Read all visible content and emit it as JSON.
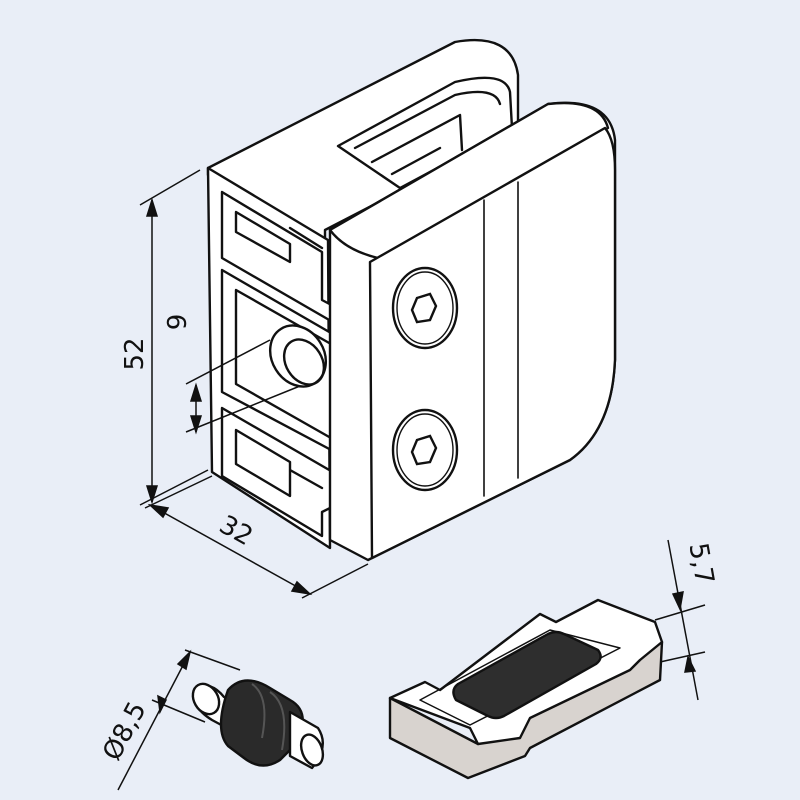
{
  "colors": {
    "background": "#e9eef7",
    "outline": "#111111",
    "body_fill": "#ffffff",
    "rubber_pad": "#2e2e2e",
    "insert_side": "#d8d3cf",
    "pin_sleeve": "#2a2a2a"
  },
  "dimensions": {
    "height": "52",
    "hole": "9",
    "depth": "32",
    "pin_diameter": "Ø8,5",
    "insert_thickness": "5,7"
  },
  "parts": {
    "clamp_body": {
      "icon": "glass-clamp-body"
    },
    "hex_screws": {
      "icon": "hex-socket-screw",
      "count": 2
    },
    "rubber_insert": {
      "icon": "rubber-pad-insert"
    },
    "safety_pin": {
      "icon": "safety-pin"
    }
  }
}
